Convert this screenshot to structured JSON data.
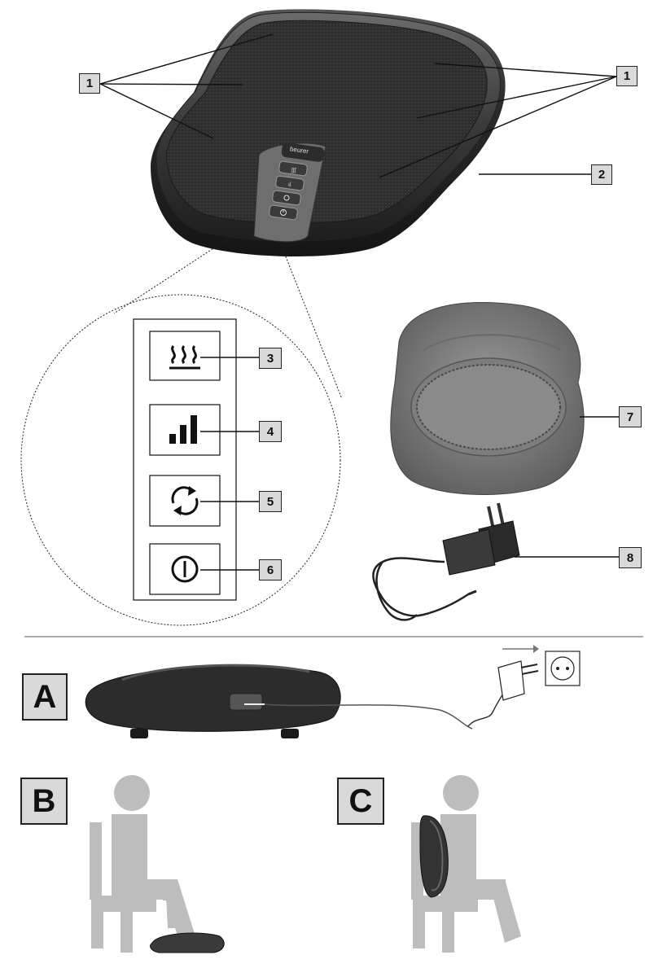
{
  "callouts": {
    "c1_left": "1",
    "c1_right": "1",
    "c2": "2",
    "c3": "3",
    "c4": "4",
    "c5": "5",
    "c6": "6",
    "c7": "7",
    "c8": "8"
  },
  "steps": {
    "a": "A",
    "b": "B",
    "c": "C"
  },
  "device": {
    "brand": "beurer"
  },
  "icons": {
    "heat": "heat-icon",
    "intensity": "intensity-bars-icon",
    "rotation": "rotation-direction-icon",
    "power": "power-icon"
  },
  "colors": {
    "callout_fill": "#d9d9d9",
    "device_dark": "#2b2b2b",
    "cover_gray": "#8c8c8c",
    "figure_gray": "#bdbdbd"
  }
}
